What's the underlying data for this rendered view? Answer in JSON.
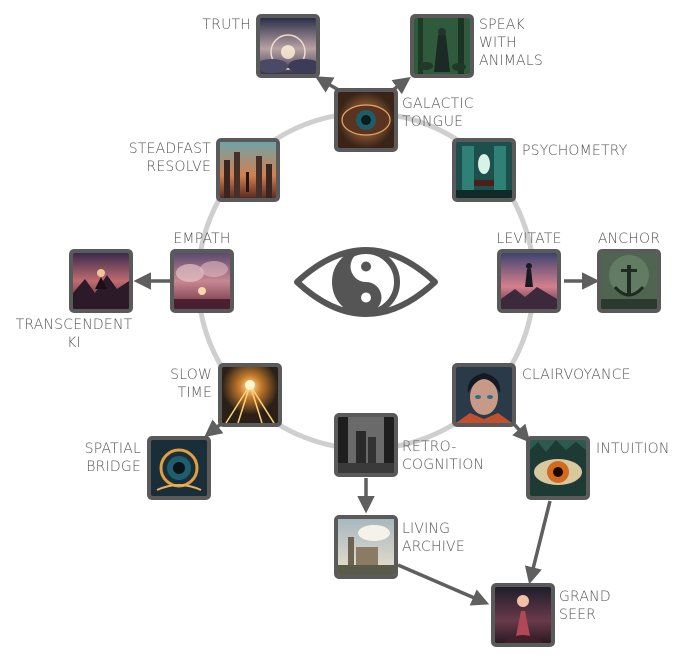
{
  "colors": {
    "ring": "#cfcfcf",
    "connector": "#5f5f5f",
    "frame": "#5a5a5a",
    "label": "#555555"
  },
  "center_icon": "eye-icon",
  "skills": [
    {
      "id": "truth",
      "label": "TRUTH"
    },
    {
      "id": "speak-with-animals",
      "label": "SPEAK\nWITH\nANIMALS"
    },
    {
      "id": "galactic-tongue",
      "label": "GALACTIC\nTONGUE"
    },
    {
      "id": "steadfast-resolve",
      "label": "STEADFAST\nRESOLVE"
    },
    {
      "id": "psychometry",
      "label": "PSYCHOMETRY"
    },
    {
      "id": "empath",
      "label": "EMPATH"
    },
    {
      "id": "levitate",
      "label": "LEVITATE"
    },
    {
      "id": "anchor",
      "label": "ANCHOR"
    },
    {
      "id": "transcendent-ki",
      "label": "TRANSCENDENT\nKI"
    },
    {
      "id": "slow-time",
      "label": "SLOW\nTIME"
    },
    {
      "id": "clairvoyance",
      "label": "CLAIRVOYANCE"
    },
    {
      "id": "spatial-bridge",
      "label": "SPATIAL\nBRIDGE"
    },
    {
      "id": "retro-cognition",
      "label": "RETRO-\nCOGNITION"
    },
    {
      "id": "intuition",
      "label": "INTUITION"
    },
    {
      "id": "living-archive",
      "label": "LIVING\nARCHIVE"
    },
    {
      "id": "grand-seer",
      "label": "GRAND\nSEER"
    }
  ]
}
